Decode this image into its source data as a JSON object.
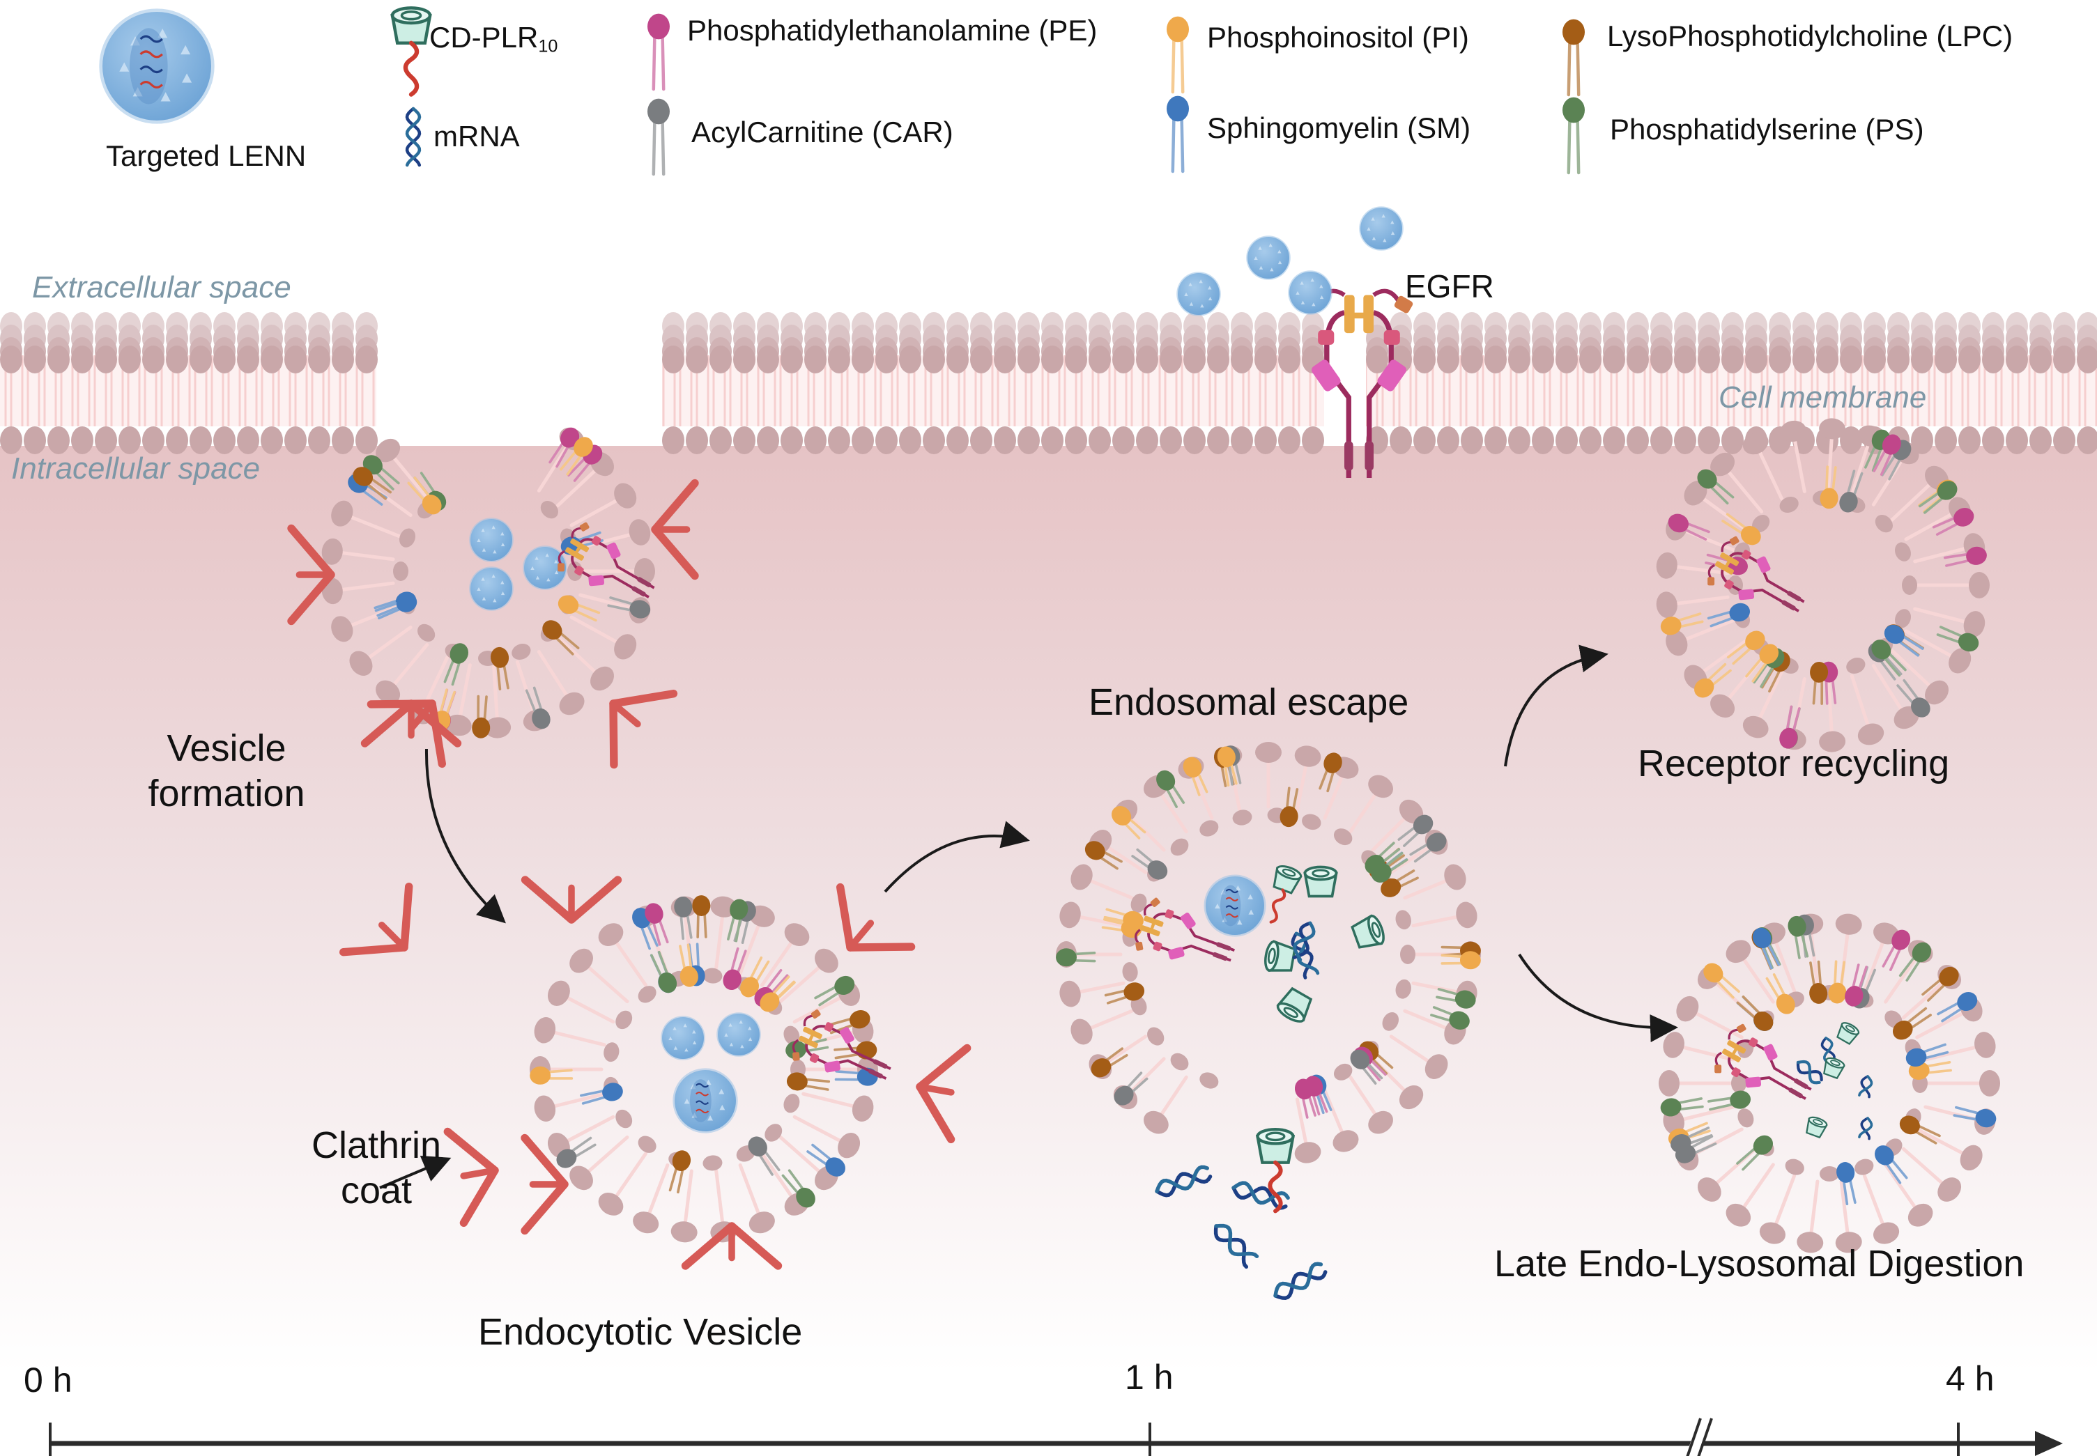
{
  "figure": {
    "type": "mechanism schematic",
    "colors": {
      "PE": "#c0468a",
      "CAR": "#7a7d80",
      "PI": "#efa94b",
      "SM": "#3f78bd",
      "LPC": "#a45d16",
      "PS": "#5b8354",
      "membrane_head": "#c9a7a9",
      "membrane_tail": "#f7d3d3",
      "intracellular_bg": "#e8c6c8",
      "lenn": "#7fb0dd",
      "clathrin": "#d65a56",
      "egfr": "#9c2b5e",
      "egfr_ligand_site": "#e8a94a",
      "cd_plr": "#2f6e5e",
      "plr_tail": "#cc3b2f",
      "mrna": "#1d3f85",
      "space_label": "#7d97a6"
    }
  },
  "legend": {
    "lenn": {
      "icon": "lenn-nanoparticle-icon",
      "label": "Targeted LENN"
    },
    "cd_plr": {
      "icon": "cd-plr-icon",
      "label_main": "CD-PLR",
      "label_sub": "10"
    },
    "mrna": {
      "icon": "mrna-helix-icon",
      "label": "mRNA"
    },
    "lipids": [
      {
        "key": "PE",
        "label": "Phosphatidylethanolamine (PE)"
      },
      {
        "key": "CAR",
        "label": "AcylCarnitine (CAR)"
      },
      {
        "key": "PI",
        "label": "Phosphoinositol (PI)"
      },
      {
        "key": "SM",
        "label": "Sphingomyelin (SM)"
      },
      {
        "key": "LPC",
        "label": "LysoPhosphotidylcholine (LPC)"
      },
      {
        "key": "PS",
        "label": "Phosphatidylserine (PS)"
      }
    ]
  },
  "regions": {
    "extracellular": "Extracellular space",
    "intracellular": "Intracellular space",
    "membrane": "Cell membrane",
    "receptor": "EGFR"
  },
  "stages": {
    "vesicle_formation": "Vesicle\nformation",
    "clathrin_coat": "Clathrin\ncoat",
    "endocytotic_vesicle": "Endocytotic Vesicle",
    "endosomal_escape": "Endosomal escape",
    "receptor_recycling": "Receptor recycling",
    "late_digestion": "Late Endo-Lysosomal Digestion"
  },
  "timeline": {
    "ticks": [
      {
        "label": "0 h",
        "hours": 0
      },
      {
        "label": "1 h",
        "hours": 1
      },
      {
        "label": "4 h",
        "hours": 4
      }
    ],
    "axis_break_between_hours": [
      1,
      4
    ]
  }
}
